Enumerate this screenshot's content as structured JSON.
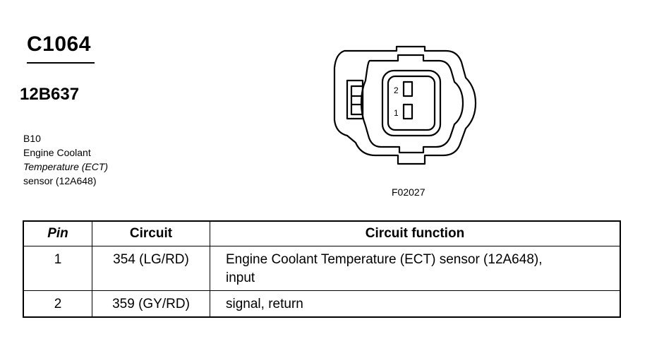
{
  "header": {
    "connector_id": "C1064",
    "part_number": "12B637"
  },
  "component": {
    "line1": "B10",
    "line2": "Engine Coolant",
    "line3": "Temperature (ECT)",
    "line4": "sensor (12A648)"
  },
  "diagram": {
    "pin_label_top": "2",
    "pin_label_bottom": "1",
    "figure_ref": "F02027"
  },
  "table": {
    "headers": {
      "pin": "Pin",
      "circuit": "Circuit",
      "function": "Circuit function"
    },
    "rows": [
      {
        "pin": "1",
        "circuit": "354 (LG/RD)",
        "function": "Engine Coolant Temperature (ECT) sensor (12A648),",
        "function_cont": "input"
      },
      {
        "pin": "2",
        "circuit": "359 (GY/RD)",
        "function": "signal, return"
      }
    ]
  }
}
